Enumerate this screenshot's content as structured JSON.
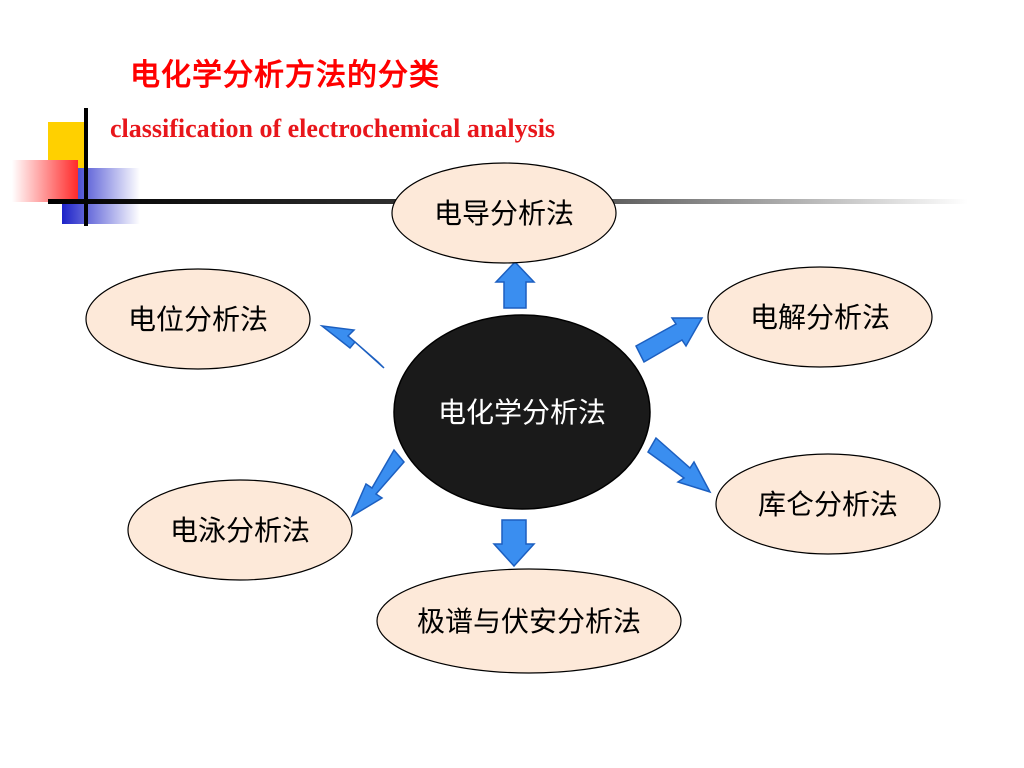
{
  "title_cn": "电化学分析方法的分类",
  "title_en": "classification of electrochemical analysis",
  "center": {
    "label": "电化学分析法"
  },
  "methods": {
    "conductometric": "电导分析法",
    "potentiometric": "电位分析法",
    "electrolytic": "电解分析法",
    "coulometric": "库仑分析法",
    "electrophoretic": "电泳分析法",
    "polarographic": "极谱与伏安分析法"
  },
  "colors": {
    "title": "#ff0000",
    "node_fill": "#fde9d9",
    "center_fill": "#1a1a1a",
    "arrow_fill": "#3a8ef0",
    "arrow_stroke": "#1c5fc0"
  }
}
